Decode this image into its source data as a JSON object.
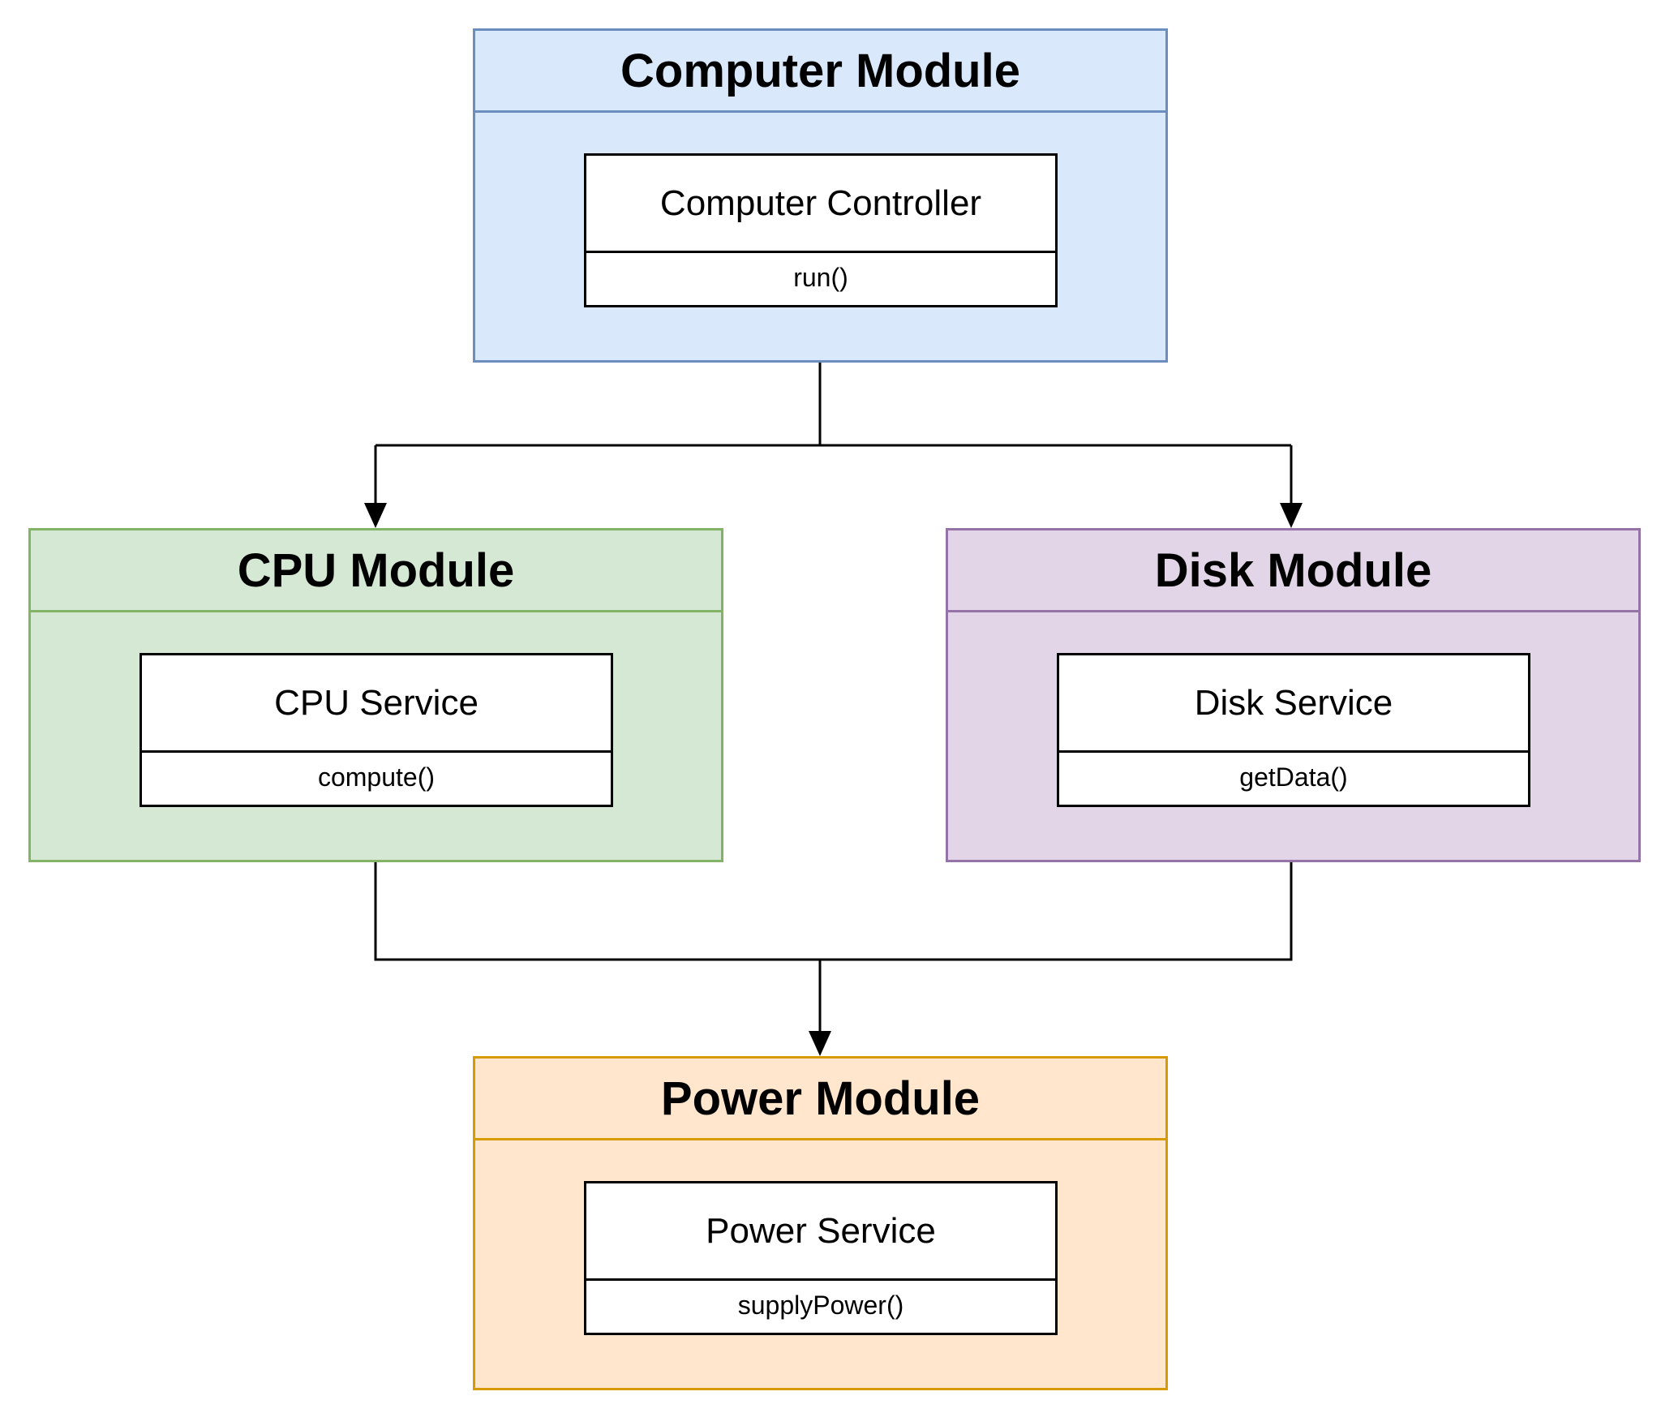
{
  "colors": {
    "computer_fill": "#dae8fc",
    "computer_stroke": "#6c8ebf",
    "cpu_fill": "#d5e8d4",
    "cpu_stroke": "#82b366",
    "disk_fill": "#e1d5e7",
    "disk_stroke": "#9673a6",
    "power_fill": "#ffe6cc",
    "power_stroke": "#d79b00",
    "line": "#000000"
  },
  "modules": {
    "computer": {
      "title": "Computer Module",
      "service": {
        "name": "Computer Controller",
        "method": "run()"
      }
    },
    "cpu": {
      "title": "CPU Module",
      "service": {
        "name": "CPU Service",
        "method": "compute()"
      }
    },
    "disk": {
      "title": "Disk Module",
      "service": {
        "name": "Disk Service",
        "method": "getData()"
      }
    },
    "power": {
      "title": "Power Module",
      "service": {
        "name": "Power Service",
        "method": "supplyPower()"
      }
    }
  },
  "connections": [
    {
      "from": "computer",
      "to": "cpu"
    },
    {
      "from": "computer",
      "to": "disk"
    },
    {
      "from": "cpu",
      "to": "power"
    },
    {
      "from": "disk",
      "to": "power"
    }
  ]
}
